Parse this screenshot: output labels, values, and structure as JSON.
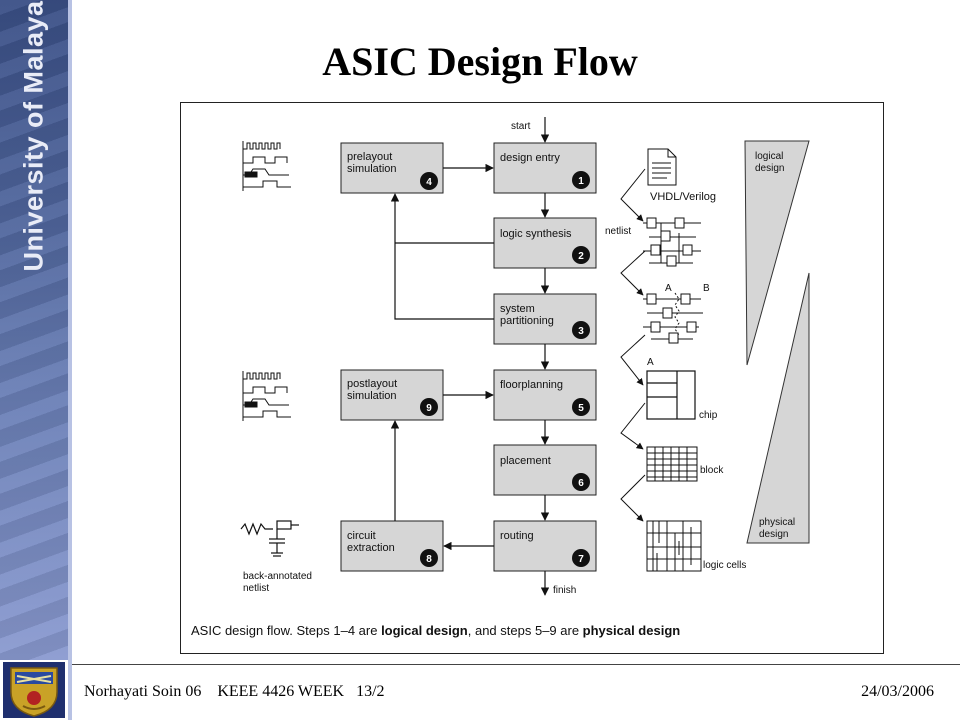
{
  "branding": {
    "university": "University of Malaya"
  },
  "slide": {
    "title": "ASIC Design Flow"
  },
  "diagram": {
    "start": "start",
    "finish": "finish",
    "steps": [
      {
        "number": "1",
        "lines": [
          "design entry"
        ]
      },
      {
        "number": "2",
        "lines": [
          "logic synthesis"
        ]
      },
      {
        "number": "3",
        "lines": [
          "system",
          "partitioning"
        ]
      },
      {
        "number": "4",
        "lines": [
          "prelayout",
          "simulation"
        ]
      },
      {
        "number": "5",
        "lines": [
          "floorplanning"
        ]
      },
      {
        "number": "6",
        "lines": [
          "placement"
        ]
      },
      {
        "number": "7",
        "lines": [
          "routing"
        ]
      },
      {
        "number": "8",
        "lines": [
          "circuit",
          "extraction"
        ]
      },
      {
        "number": "9",
        "lines": [
          "postlayout",
          "simulation"
        ]
      }
    ],
    "labels": {
      "vhdl": "VHDL/Verilog",
      "netlist": "netlist",
      "partition_a": "A",
      "partition_b": "B",
      "floorplan_a": "A",
      "chip": "chip",
      "block": "block",
      "logic_cells": "logic cells",
      "back_annotated": [
        "back-annotated",
        "netlist"
      ]
    },
    "design_stages": {
      "logical": [
        "logical",
        "design"
      ],
      "physical": [
        "physical",
        "design"
      ]
    },
    "caption": {
      "part1": "ASIC design flow. Steps 1–4 are ",
      "bold1": "logical design",
      "part2": ", and steps 5–9 are ",
      "bold2": "physical design"
    }
  },
  "footer": {
    "left": "Norhayati Soin 06    KEEE 4426 WEEK   13/2",
    "date": "24/03/2006"
  }
}
